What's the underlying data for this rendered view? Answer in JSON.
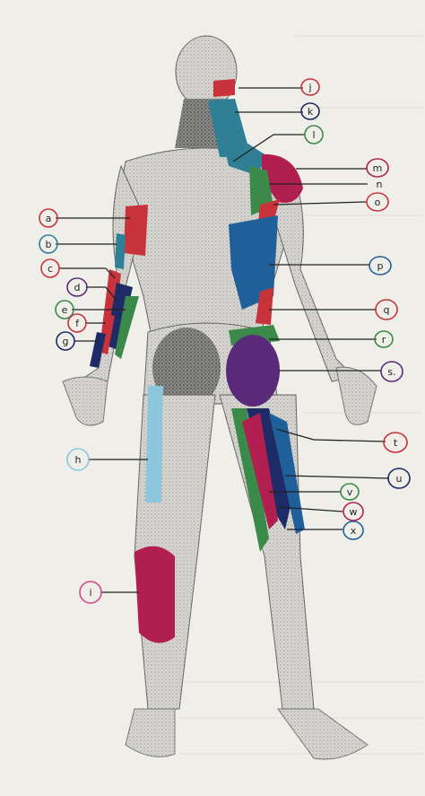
{
  "labels": {
    "a": "a",
    "b": "b",
    "c": "c",
    "d": "d",
    "e": "e",
    "f": "f",
    "g": "g",
    "h": "h",
    "i": "i",
    "j": "j",
    "k": "k",
    "l": "l",
    "m": "m",
    "n": "n",
    "o": "o",
    "p": "p",
    "q": "q",
    "r": "r",
    "s": "s.",
    "t": "t",
    "u": "u",
    "v": "v",
    "w": "w",
    "x": "x"
  },
  "colors": {
    "paper": "#efeee9",
    "ink": "#2b2b2b",
    "red": "#c8323a",
    "crimson": "#b01f4f",
    "teal": "#2f7f96",
    "blue": "#1f5f9a",
    "navy": "#1f2b66",
    "green": "#3c8a4a",
    "purple": "#5a2a7a",
    "lightblue": "#8ec6dd",
    "pink": "#d04a8a"
  },
  "icons": {
    "muscle-figure": "back-view human muscle diagram"
  }
}
